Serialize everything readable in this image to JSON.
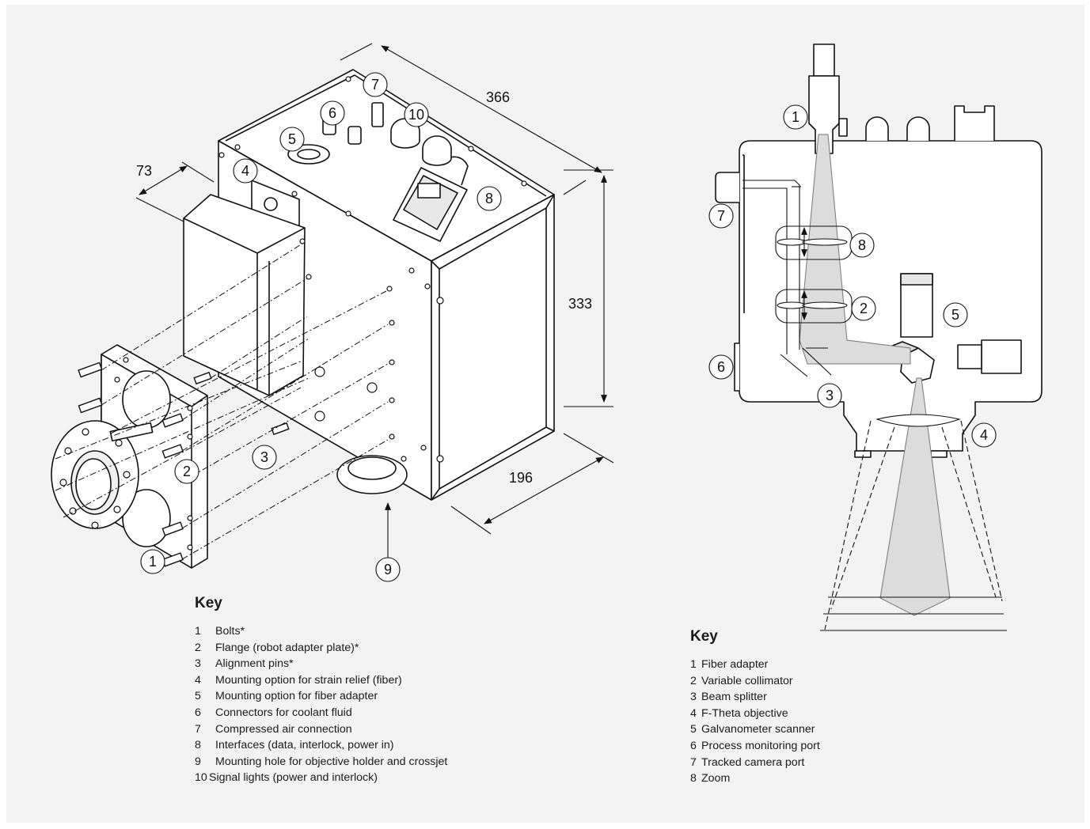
{
  "left_figure": {
    "dimensions": {
      "length": "366",
      "height": "333",
      "depth": "196",
      "offset": "73"
    },
    "callouts": [
      "1",
      "2",
      "3",
      "4",
      "5",
      "6",
      "7",
      "8",
      "9",
      "10"
    ]
  },
  "right_figure": {
    "callouts": [
      "1",
      "2",
      "3",
      "4",
      "5",
      "6",
      "7",
      "8"
    ]
  },
  "key_left": {
    "title": "Key",
    "items": [
      {
        "num": "1",
        "text": "Bolts*"
      },
      {
        "num": "2",
        "text": "Flange (robot adapter plate)*"
      },
      {
        "num": "3",
        "text": "Alignment pins*"
      },
      {
        "num": "4",
        "text": "Mounting option for strain relief (fiber)"
      },
      {
        "num": "5",
        "text": "Mounting option for fiber adapter"
      },
      {
        "num": "6",
        "text": "Connectors for coolant fluid"
      },
      {
        "num": "7",
        "text": "Compressed air connection"
      },
      {
        "num": "8",
        "text": "Interfaces (data, interlock, power in)"
      },
      {
        "num": "9",
        "text": "Mounting hole for objective holder and crossjet"
      },
      {
        "num": "10",
        "text": "Signal lights (power and interlock)"
      }
    ]
  },
  "key_right": {
    "title": "Key",
    "items": [
      {
        "num": "1",
        "text": "Fiber adapter"
      },
      {
        "num": "2",
        "text": "Variable collimator"
      },
      {
        "num": "3",
        "text": "Beam splitter"
      },
      {
        "num": "4",
        "text": "F-Theta objective"
      },
      {
        "num": "5",
        "text": "Galvanometer scanner"
      },
      {
        "num": "6",
        "text": "Process monitoring port"
      },
      {
        "num": "7",
        "text": "Tracked camera port"
      },
      {
        "num": "8",
        "text": "Zoom"
      }
    ]
  }
}
